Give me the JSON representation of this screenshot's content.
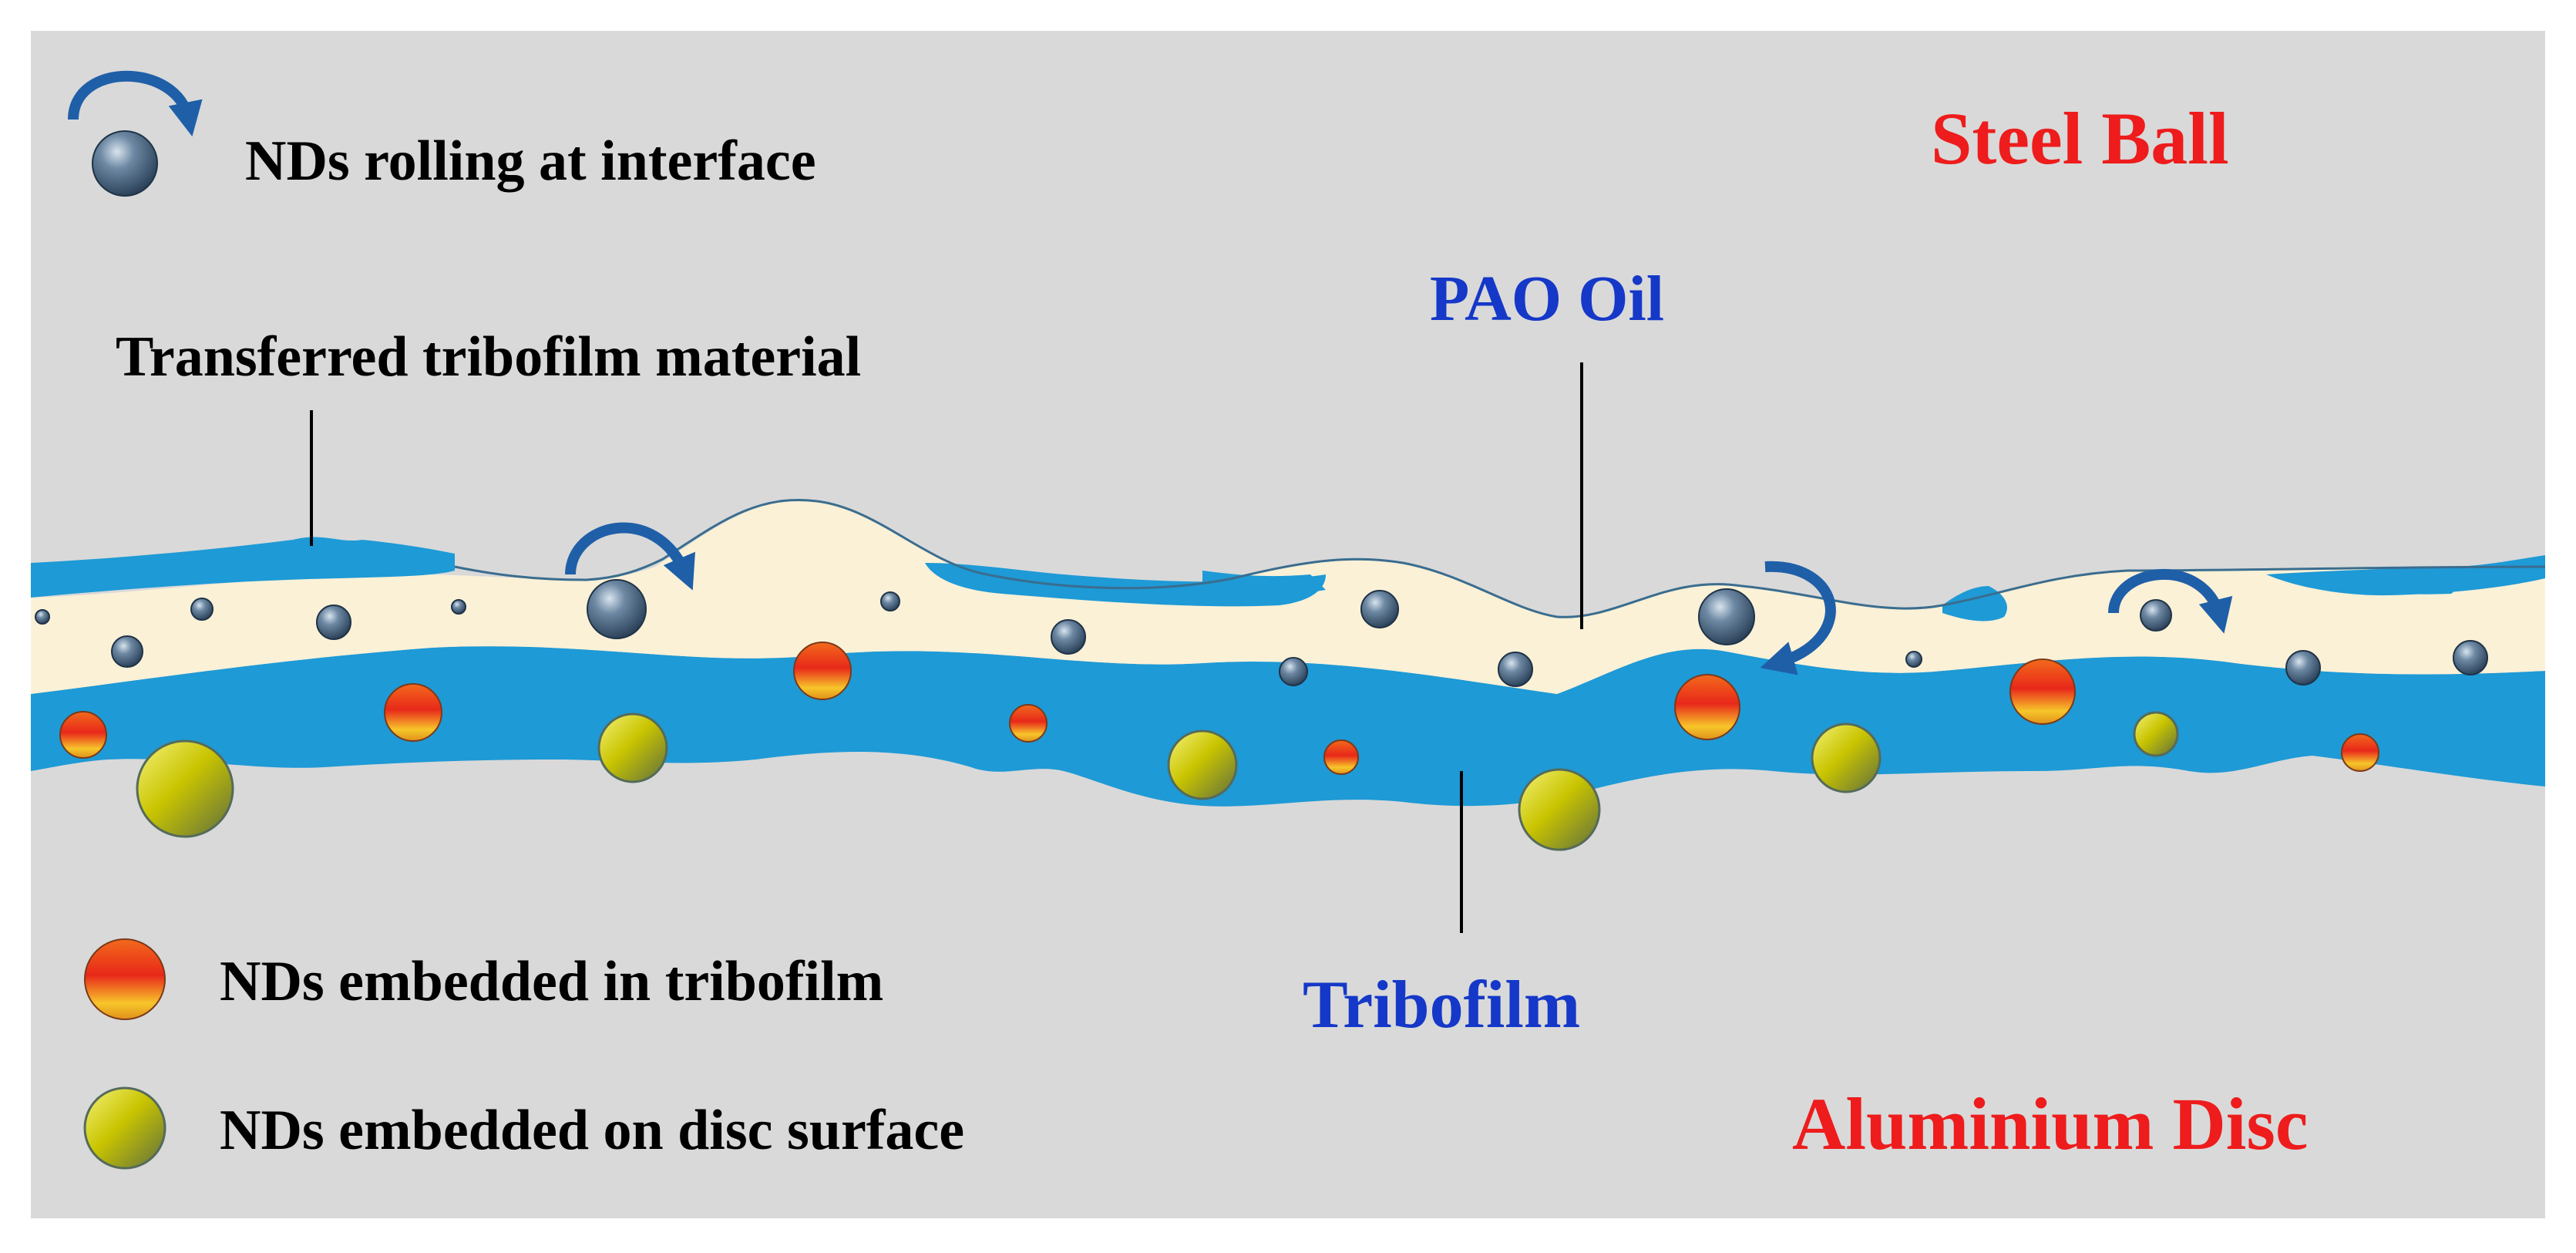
{
  "labels": {
    "steel_ball": "Steel Ball",
    "aluminium_disc": "Aluminium Disc",
    "pao_oil": "PAO Oil",
    "tribofilm": "Tribofilm",
    "transferred": "Transferred tribofilm material"
  },
  "legend": {
    "rolling": "NDs rolling at interface",
    "embedded_tribofilm": "NDs embedded in tribofilm",
    "embedded_disc": "NDs embedded on disc surface"
  },
  "colors": {
    "background": "#d9d9d9",
    "tribofilm_blue": "#1e9ad6",
    "oil_cream": "#fbf1d7",
    "arrow_blue": "#1f5fa8",
    "steel_nd": "#2f4d6b",
    "red_nd": "#e8401c",
    "yellow_nd": "#c9c400",
    "red_text": "#ee1c1c",
    "blue_text": "#1538c8",
    "black_text": "#000000"
  }
}
